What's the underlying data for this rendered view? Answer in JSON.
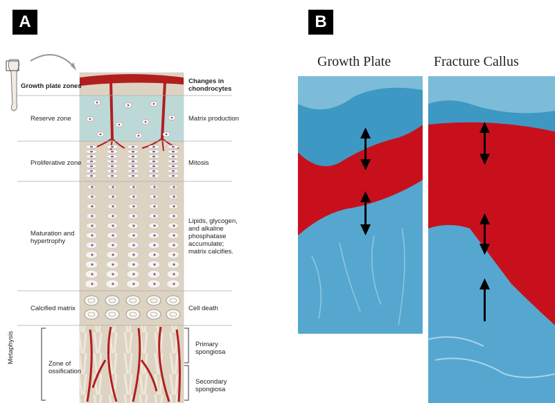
{
  "panels": {
    "a": {
      "badge": "A",
      "header_left": "Growth plate zones",
      "header_right": "Changes in chondrocytes",
      "zones": [
        {
          "name": "Reserve zone",
          "change": "Matrix production"
        },
        {
          "name": "Proliferative zone",
          "change": "Mitosis"
        },
        {
          "name": "Maturation and hypertrophy",
          "change": "Lipids, glycogen, and alkaline phosphatase accumulate; matrix calcifies."
        },
        {
          "name": "Calcified matrix",
          "change": "Cell death"
        }
      ],
      "metaphysis": "Metaphysis",
      "ossification": "Zone of ossification",
      "primary": "Primary spongiosa",
      "secondary": "Secondary spongiosa"
    },
    "b": {
      "badge": "B",
      "title_left": "Growth Plate",
      "title_right": "Fracture  Callus"
    }
  },
  "colors": {
    "cartilage_blue": "#bcd9d8",
    "matrix_tan": "#ddd3c2",
    "vessel_red": "#b21e1e",
    "stain_blue": "#3e98c4",
    "stain_red": "#c8101c"
  }
}
